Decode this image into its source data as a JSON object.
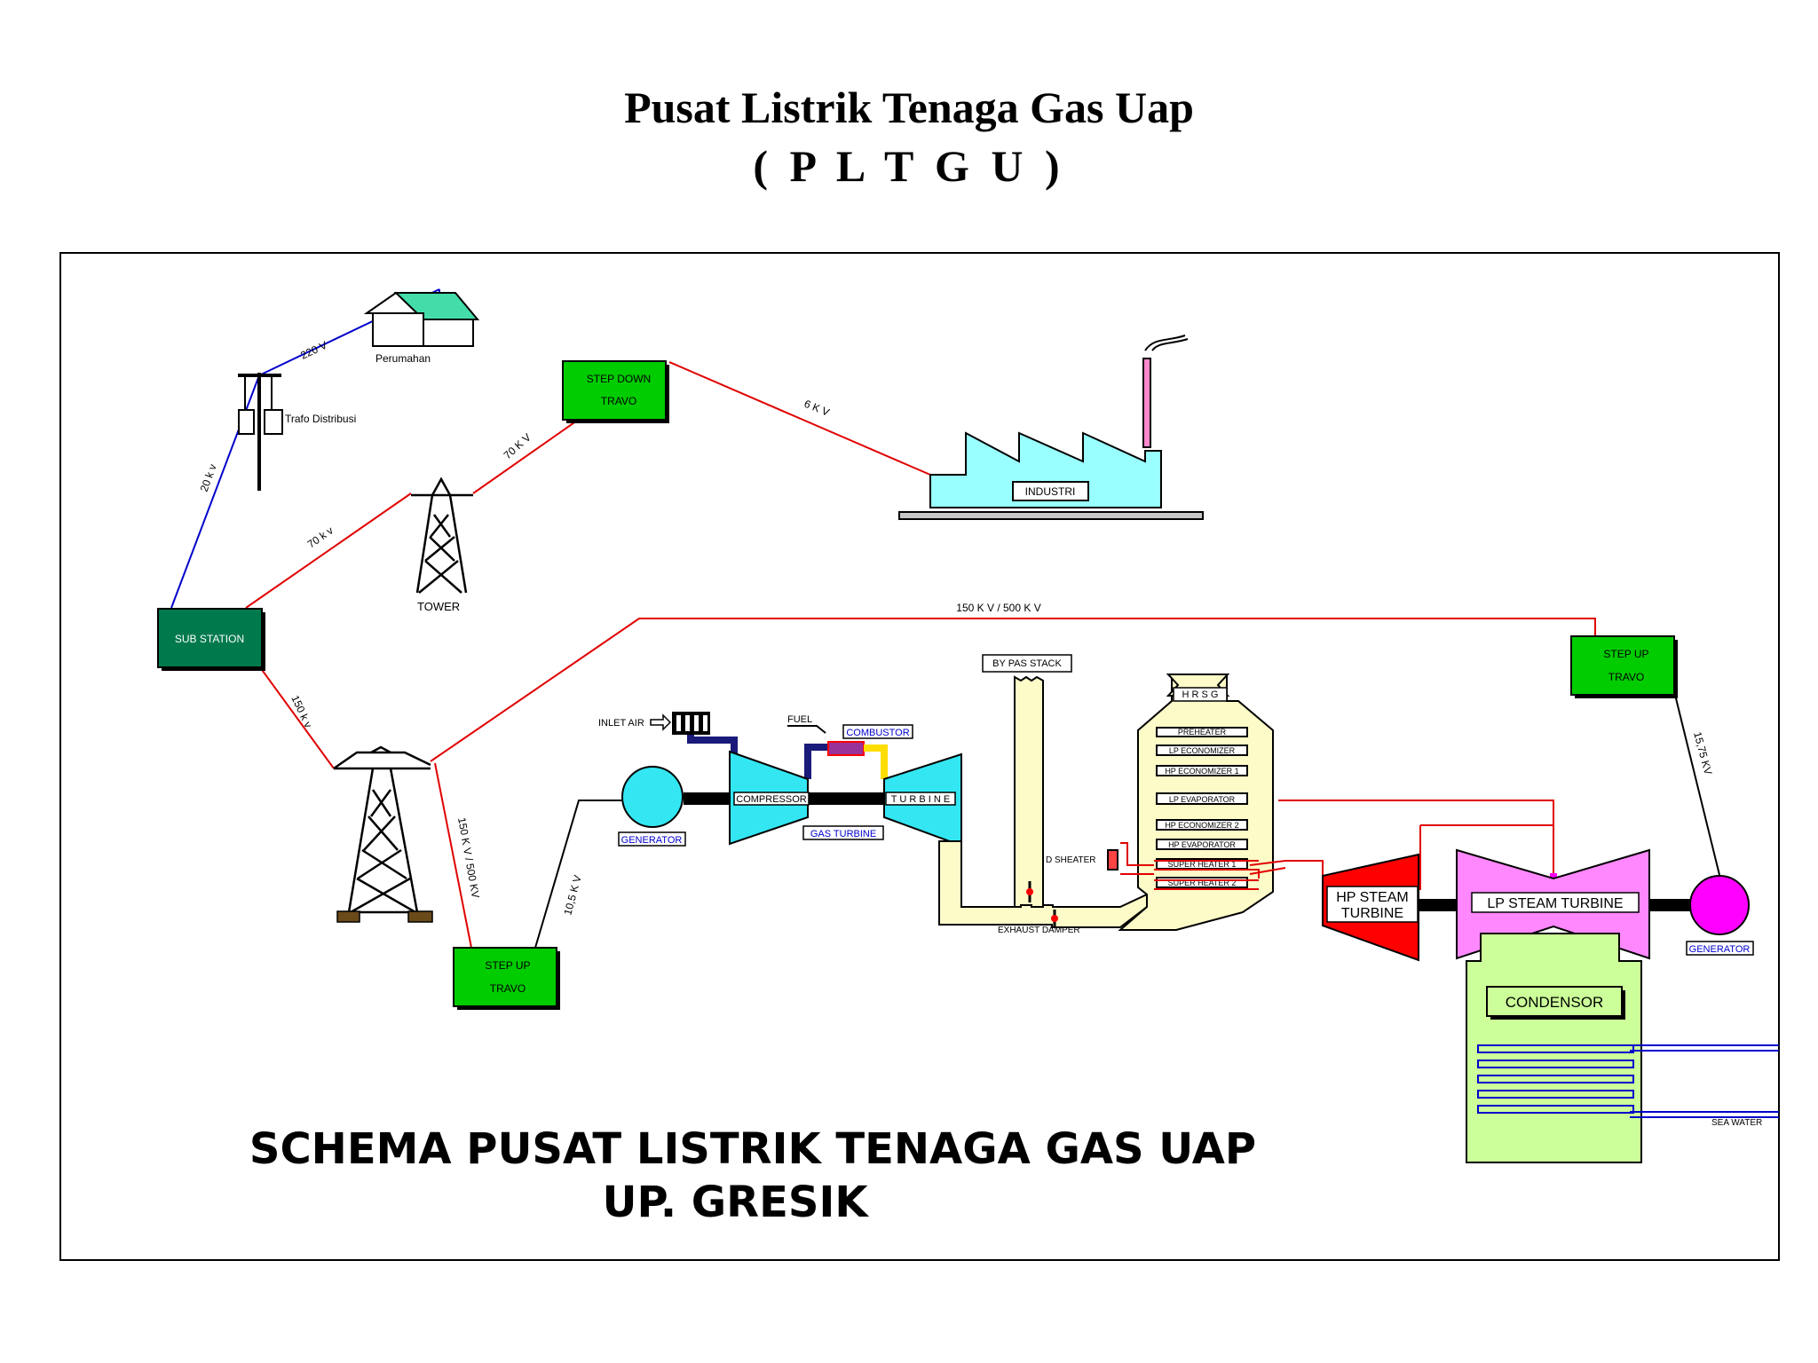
{
  "title": {
    "line1": "Pusat Listrik Tenaga Gas Uap",
    "line2": "( P L T G U )"
  },
  "caption": {
    "line1": "SCHEMA PUSAT LISTRIK TENAGA GAS UAP",
    "line2": "UP. GRESIK"
  },
  "labels": {
    "perumahan": "Perumahan",
    "trafo_distribusi": "Trafo Distribusi",
    "v220": "220 V",
    "kv20": "20 k v",
    "kv70_a": "70 k v",
    "kv70_b": "70 K V",
    "kv6": "6 K V",
    "tower": "TOWER",
    "sub_station": "SUB STATION",
    "step_down": "STEP DOWN",
    "travo": "TRAVO",
    "industri": "INDUSTRI",
    "kv150": "150 k v",
    "kv150_500_top": "150 K V / 500 K V",
    "kv150_500_side": "150 K V / 500 KV",
    "kv10_5": "10,5 K V",
    "step_up": "STEP UP",
    "kv15_75": "15,75 KV",
    "by_pass_stack": "BY PAS STACK",
    "hrsg": "H R S G",
    "inlet_air": "INLET AIR",
    "fuel": "FUEL",
    "combustor": "COMBUSTOR",
    "compressor": "COMPRESSOR",
    "turbine": "T U R B I N E",
    "gas_turbine": "GAS TURBINE",
    "generator": "GENERATOR",
    "ds_heater": "D SHEATER",
    "exhaust_damper": "EXHAUST DAMPER",
    "hp_steam_1": "HP STEAM",
    "hp_steam_2": "TURBINE",
    "lp_steam": "LP STEAM TURBINE",
    "condensor": "CONDENSOR",
    "sea_water": "SEA WATER"
  },
  "hrsg_sections": [
    "PREHEATER",
    "LP ECONOMIZER",
    "HP ECONOMIZER 1",
    "LP EVAPORATOR",
    "HP ECONOMIZER 2",
    "HP EVAPORATOR",
    "SUPER HEATER 1",
    "SUPER HEATER 2"
  ],
  "colors": {
    "box_green": "#00cc00",
    "substation": "#007a4d",
    "line_red": "#e00000",
    "line_blue": "#0000cc",
    "cyan": "#99ffff",
    "turbine_cyan": "#33e6f2",
    "pale_yellow": "#fdfbc8",
    "hp_red": "#ff0000",
    "lp_pink": "#ff88ff",
    "gen_magenta": "#ff00ff",
    "condensor_green": "#ccff99",
    "house_green": "#44ddaa"
  }
}
